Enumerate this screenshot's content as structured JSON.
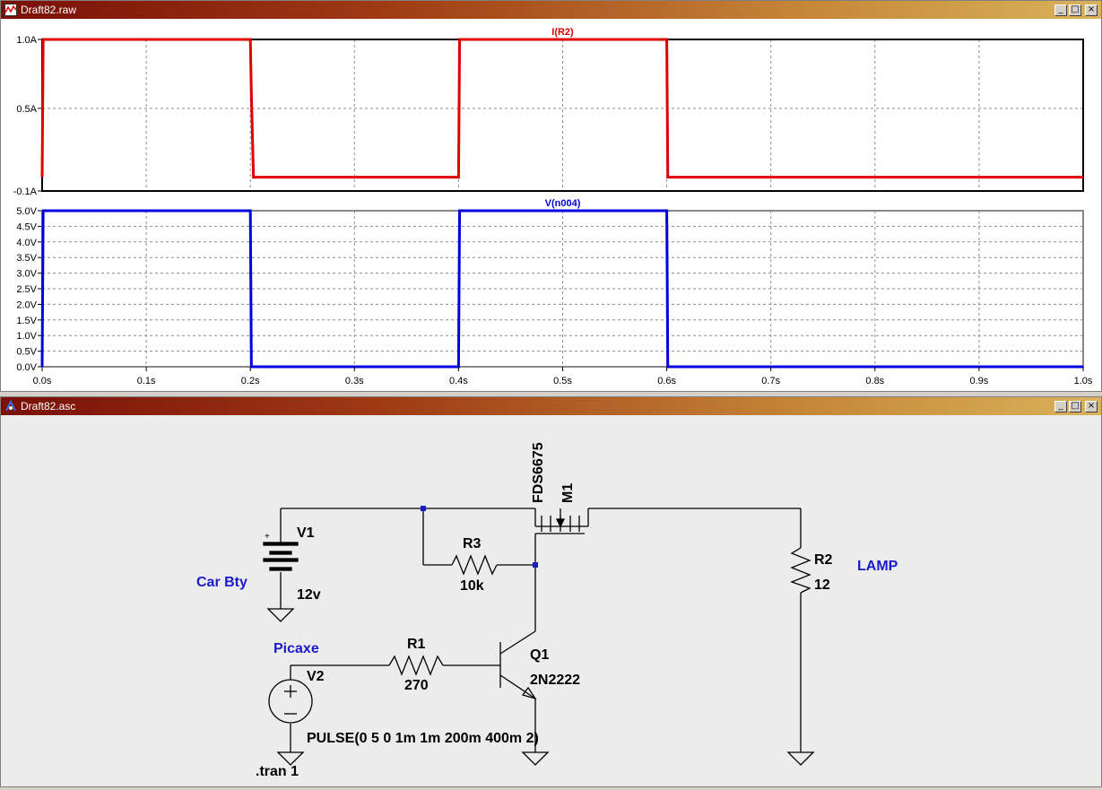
{
  "plot_window": {
    "title": "Draft82.raw",
    "icon": "waveform-icon",
    "minimize": "_",
    "restore": "□",
    "close": "×"
  },
  "schematic_window": {
    "title": "Draft82.asc",
    "icon": "schematic-icon",
    "minimize": "_",
    "restore": "□",
    "close": "×"
  },
  "chart_data": [
    {
      "type": "line",
      "title": "I(R2)",
      "color": "#e00000",
      "ylim": [
        -0.1,
        1.0
      ],
      "yticks": [
        "1.0A",
        "0.5A",
        "-0.1A"
      ],
      "ytick_values": [
        1.0,
        0.5,
        -0.1
      ],
      "xlim": [
        0,
        1.0
      ],
      "grid": true,
      "series": [
        {
          "name": "I(R2)",
          "x": [
            0,
            0.001,
            0.2,
            0.201,
            0.203,
            0.4,
            0.401,
            0.6,
            0.601,
            1.0
          ],
          "y": [
            0.0,
            1.0,
            1.0,
            0.6,
            0.0,
            0.0,
            1.0,
            1.0,
            0.0,
            0.0
          ]
        }
      ]
    },
    {
      "type": "line",
      "title": "V(n004)",
      "color": "#0000e0",
      "ylim": [
        0,
        5.0
      ],
      "yticks": [
        "5.0V",
        "4.5V",
        "4.0V",
        "3.5V",
        "3.0V",
        "2.5V",
        "2.0V",
        "1.5V",
        "1.0V",
        "0.5V",
        "0.0V"
      ],
      "ytick_values": [
        5.0,
        4.5,
        4.0,
        3.5,
        3.0,
        2.5,
        2.0,
        1.5,
        1.0,
        0.5,
        0.0
      ],
      "xlim": [
        0,
        1.0
      ],
      "xticks": [
        "0.0s",
        "0.1s",
        "0.2s",
        "0.3s",
        "0.4s",
        "0.5s",
        "0.6s",
        "0.7s",
        "0.8s",
        "0.9s",
        "1.0s"
      ],
      "xtick_values": [
        0,
        0.1,
        0.2,
        0.3,
        0.4,
        0.5,
        0.6,
        0.7,
        0.8,
        0.9,
        1.0
      ],
      "grid": true,
      "series": [
        {
          "name": "V(n004)",
          "x": [
            0,
            0.001,
            0.2,
            0.201,
            0.4,
            0.401,
            0.6,
            0.601,
            1.0
          ],
          "y": [
            0.0,
            5.0,
            5.0,
            0.0,
            0.0,
            5.0,
            5.0,
            0.0,
            0.0
          ]
        }
      ]
    }
  ],
  "schematic": {
    "v1_name": "V1",
    "v1_value": "12v",
    "v1_label": "Car Bty",
    "v1_plus": "+",
    "v2_name": "V2",
    "v2_label": "Picaxe",
    "v2_value": "PULSE(0 5 0 1m 1m 200m 400m 2)",
    "r1_name": "R1",
    "r1_value": "270",
    "r2_name": "R2",
    "r2_value": "12",
    "r2_label": "LAMP",
    "r3_name": "R3",
    "r3_value": "10k",
    "q1_name": "Q1",
    "q1_model": "2N2222",
    "m1_name": "M1",
    "m1_model": "FDS6675",
    "directive": ".tran 1",
    "net_color": "#000000",
    "label_color": "#1a1acc"
  }
}
